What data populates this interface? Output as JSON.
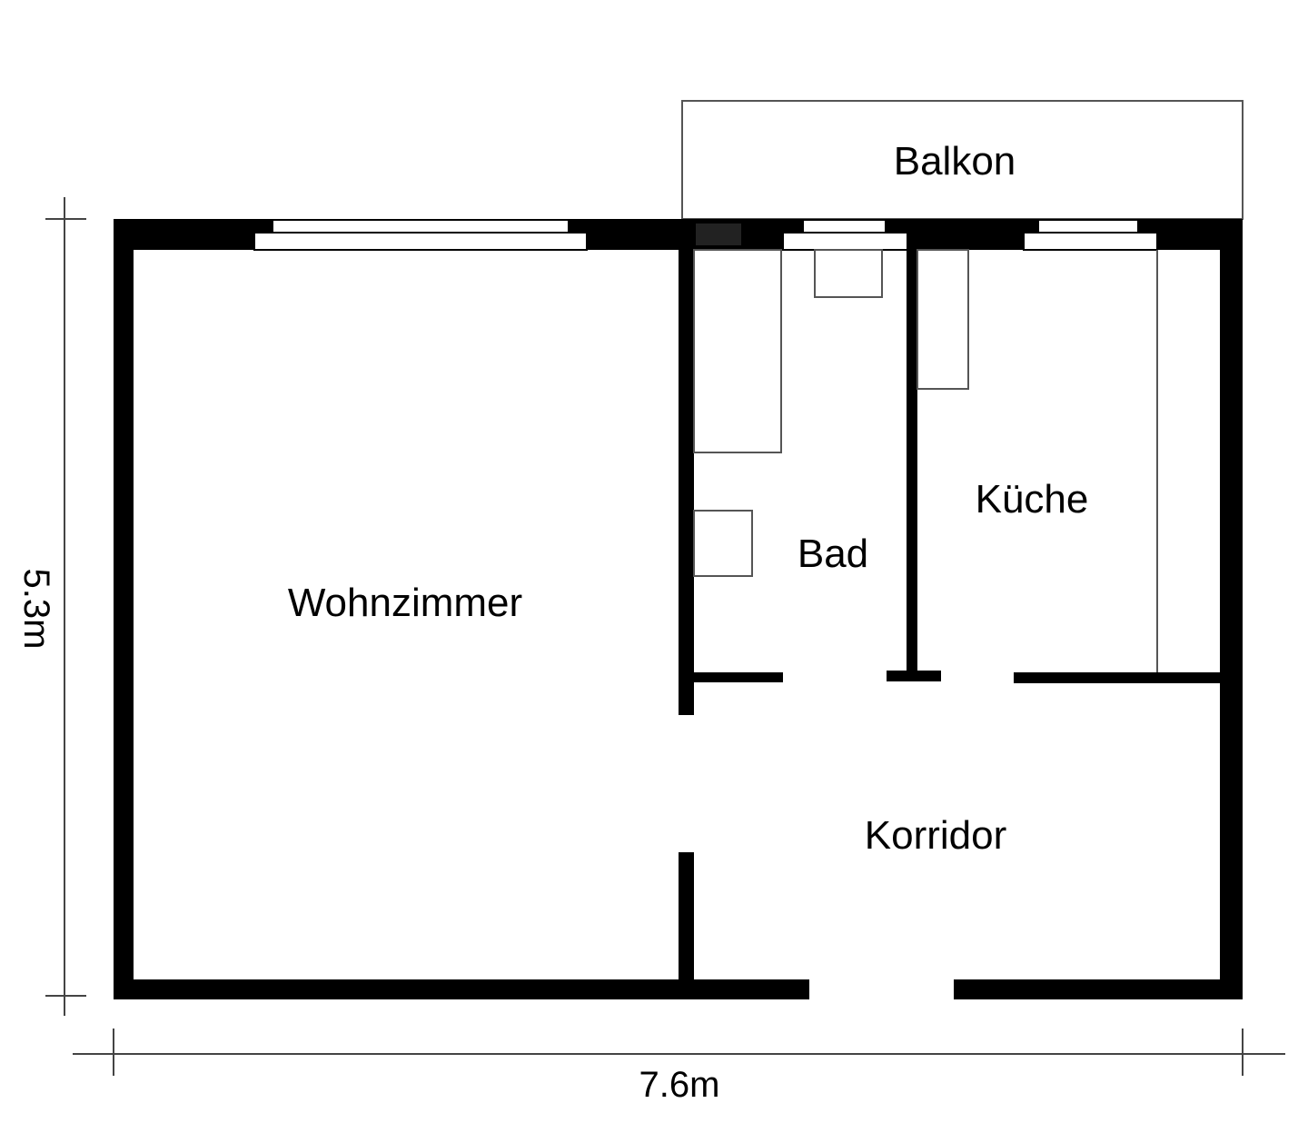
{
  "rooms": {
    "balkon": "Balkon",
    "wohnzimmer": "Wohnzimmer",
    "bad": "Bad",
    "kueche": "Küche",
    "korridor": "Korridor"
  },
  "dimensions": {
    "width": "7.6m",
    "height": "5.3m"
  },
  "colors": {
    "wall": "#000000",
    "line": "#555555",
    "background": "#ffffff"
  }
}
